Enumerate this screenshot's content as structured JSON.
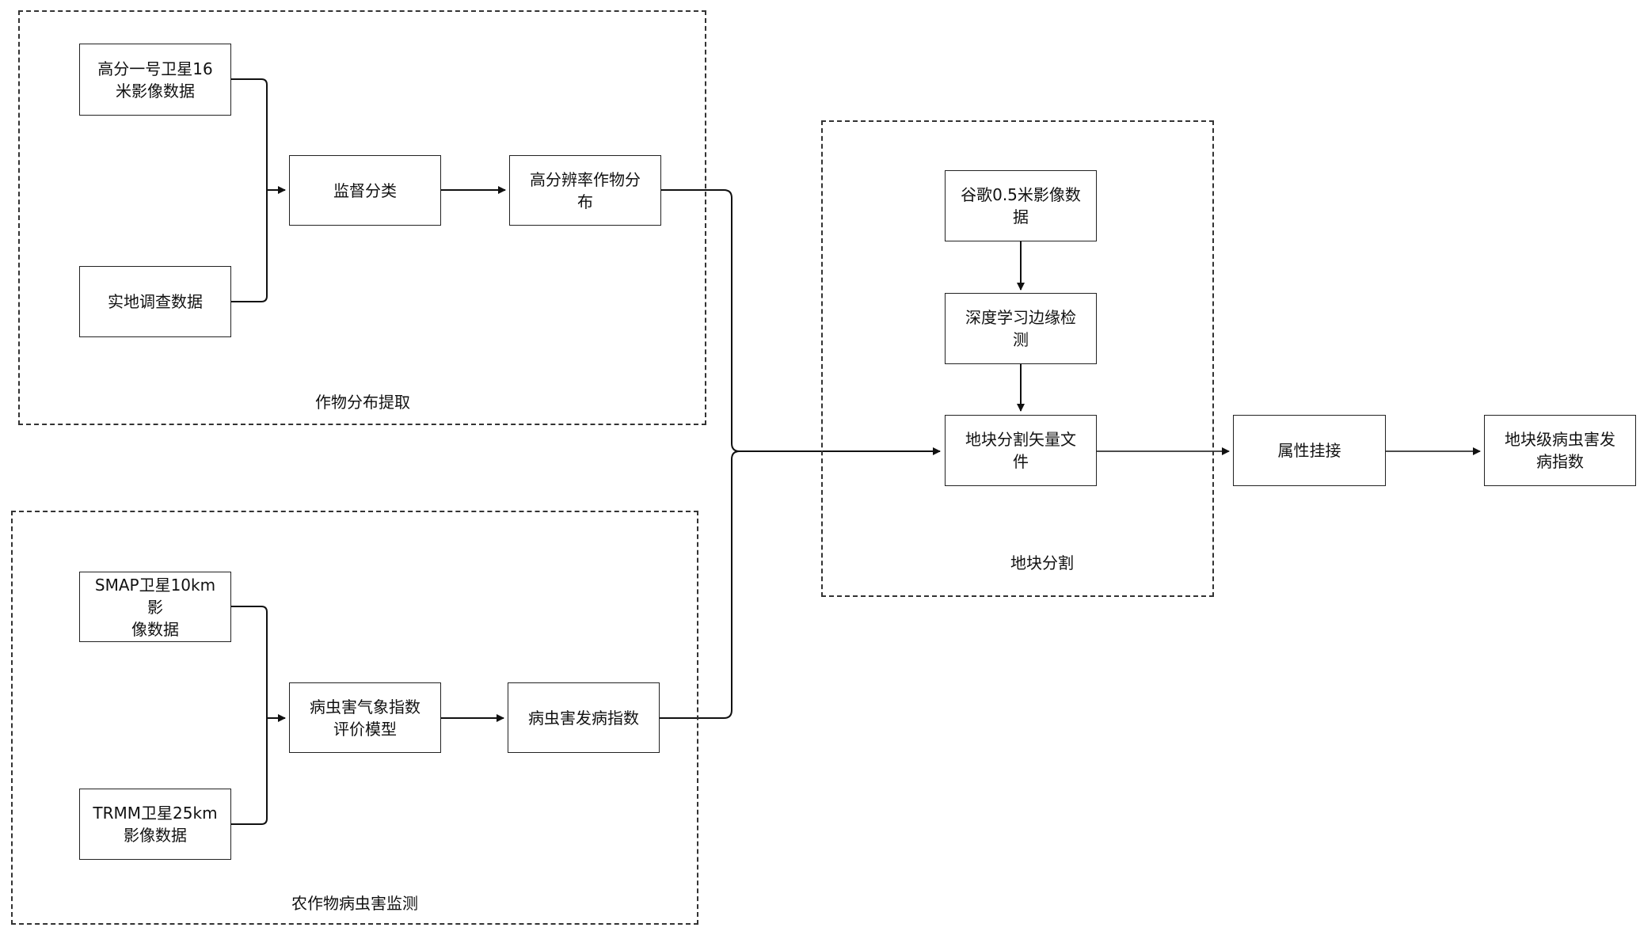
{
  "groups": {
    "crop": {
      "label": "作物分布提取"
    },
    "pest": {
      "label": "农作物病虫害监测"
    },
    "field": {
      "label": "地块分割"
    }
  },
  "nodes": {
    "gf1": "高分一号卫星16\n米影像数据",
    "survey": "实地调查数据",
    "supervised": "监督分类",
    "crop_dist": "高分辨率作物分\n布",
    "smap": "SMAP卫星10km影\n像数据",
    "trmm": "TRMM卫星25km\n影像数据",
    "weather_model": "病虫害气象指数\n评价模型",
    "pest_index": "病虫害发病指数",
    "google": "谷歌0.5米影像数\n据",
    "edge": "深度学习边缘检\n测",
    "vector": "地块分割矢量文\n件",
    "attr": "属性挂接",
    "final": "地块级病虫害发\n病指数"
  }
}
